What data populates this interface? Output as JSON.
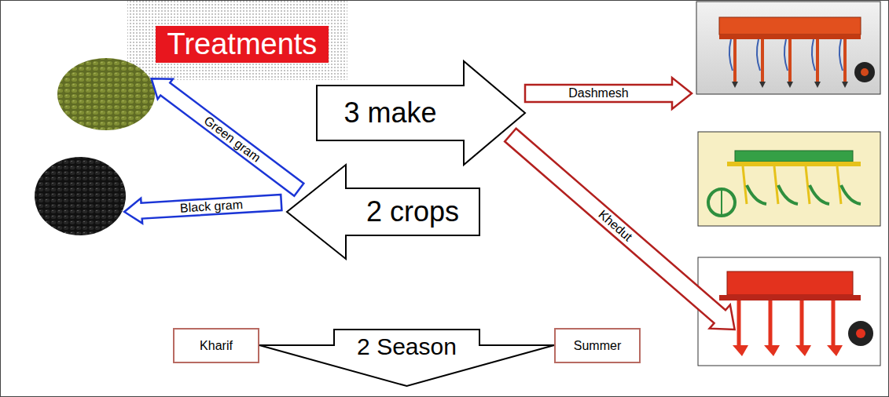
{
  "diagram": {
    "nodes": [
      {
        "text": [
          "Treatments"
        ]
      },
      {
        "text": [
          "3 make"
        ]
      },
      {
        "text": [
          "Dashmesh"
        ]
      },
      {
        "text": [
          "Green gram"
        ]
      },
      {
        "text": [
          "Black gram"
        ]
      },
      {
        "text": [
          "2 crops"
        ]
      },
      {
        "text": [
          "Khedut"
        ]
      },
      {
        "text": [
          "Kharif"
        ]
      },
      {
        "text": [
          "2 Season"
        ]
      },
      {
        "text": [
          "Summer"
        ]
      }
    ]
  }
}
